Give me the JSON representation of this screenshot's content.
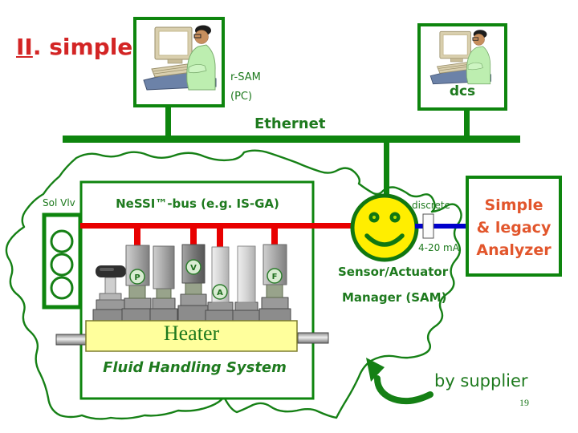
{
  "slide": {
    "title": {
      "numeral": "II",
      "rest": ". simple"
    },
    "page_number": "19"
  },
  "network": {
    "left_node": {
      "label_line1": "r-SAM",
      "label_line2": "(PC)"
    },
    "right_node": {
      "label": "dcs"
    },
    "bus_label": "Ethernet"
  },
  "field": {
    "sol_vlv_label": "Sol Vlv",
    "nessi_bus_label": "NeSSI™-bus (e.g. IS-GA)",
    "badges": {
      "p": "P",
      "v": "V",
      "a": "A",
      "f": "F"
    },
    "heater_label": "Heater",
    "system_label": "Fluid Handling System"
  },
  "analyzer": {
    "line1": "Simple",
    "line2": "& legacy",
    "line3": "Analyzer"
  },
  "signals": {
    "discrete_label": "discrete",
    "analog_label": "4-20 mA"
  },
  "sam": {
    "line1": "Sensor/Actuator",
    "line2": "Manager (SAM)"
  },
  "annotations": {
    "by_supplier": "by supplier"
  },
  "colors": {
    "diagram_green": "#158015",
    "text_green": "#1e7a1e",
    "title_red": "#d32525",
    "bus_red": "#e80000",
    "signal_blue": "#0000cc",
    "smiley_yellow": "#ffee00",
    "heater_yellow": "#ffff9c",
    "analyzer_text_orange": "#e2562c"
  }
}
